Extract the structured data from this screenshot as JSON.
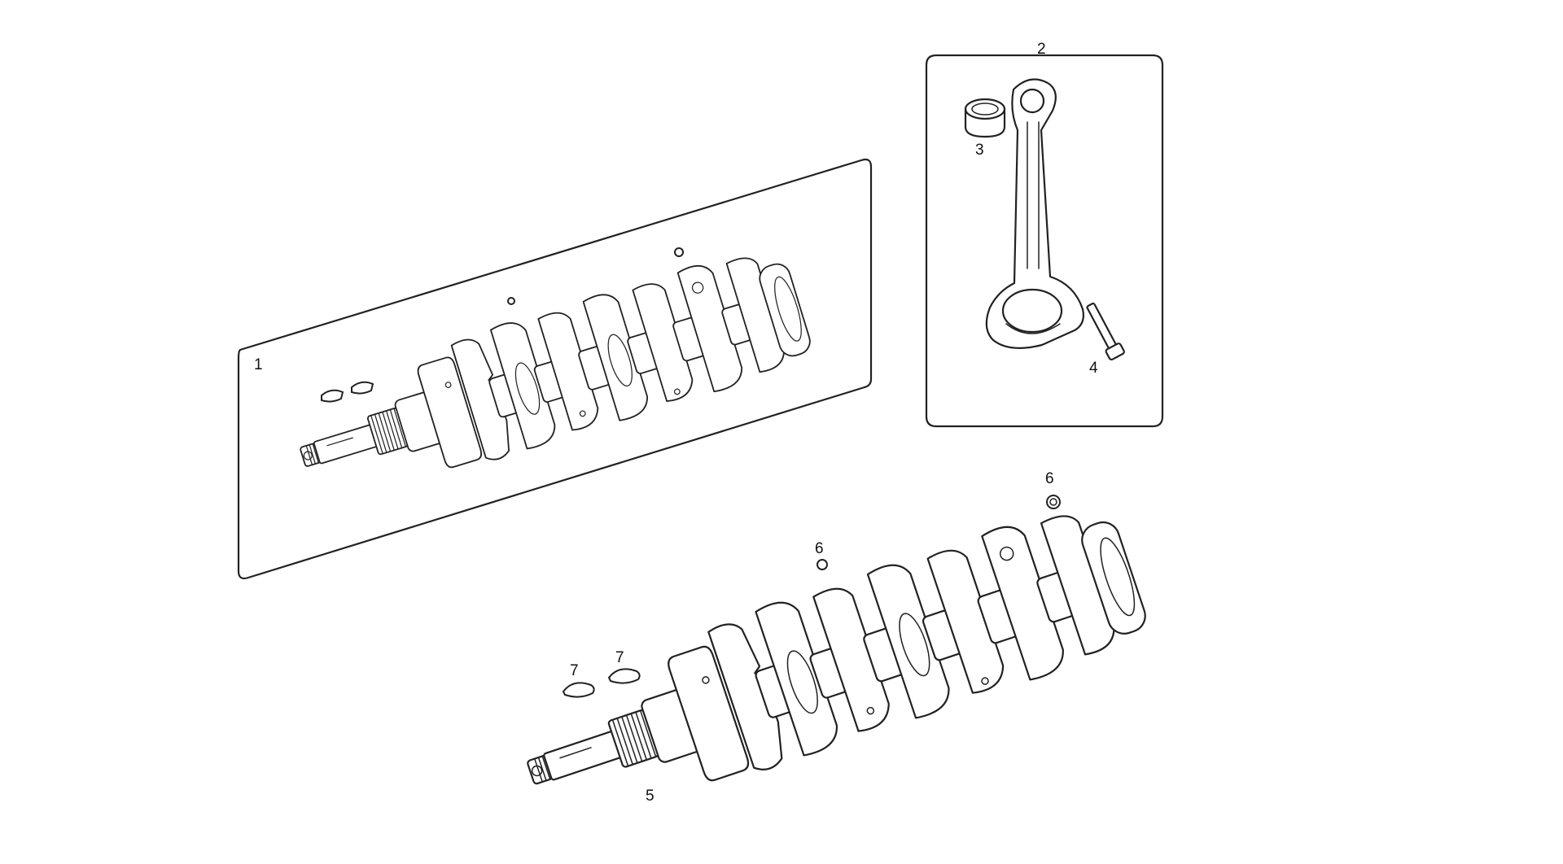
{
  "diagram": {
    "callouts": [
      {
        "id": "1",
        "text": "1"
      },
      {
        "id": "2",
        "text": "2"
      },
      {
        "id": "3",
        "text": "3"
      },
      {
        "id": "4",
        "text": "4"
      },
      {
        "id": "5",
        "text": "5"
      },
      {
        "id": "6a",
        "text": "6"
      },
      {
        "id": "6b",
        "text": "6"
      },
      {
        "id": "7a",
        "text": "7"
      },
      {
        "id": "7b",
        "text": "7"
      }
    ],
    "parts": {
      "crankshaft_kit": "crankshaft-assembly-kit",
      "conrod_kit": "connecting-rod-kit",
      "bushing": "small-end-bushing",
      "bolt": "conrod-bolt",
      "crankshaft": "crankshaft",
      "plug": "oil-plug",
      "key": "woodruff-key"
    }
  }
}
